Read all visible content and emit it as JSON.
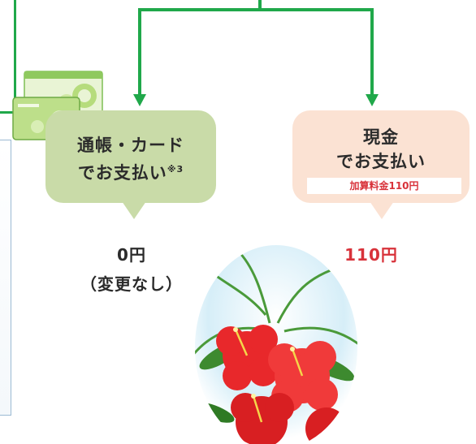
{
  "left_option": {
    "line1": "通帳・カード",
    "line2": "でお支払い",
    "note": "※3",
    "amount": "0円",
    "amount_note": "（変更なし）"
  },
  "right_option": {
    "line1": "現金",
    "line2": "でお支払い",
    "fee_label": "加算料金110円",
    "amount": "110円"
  },
  "colors": {
    "arrow": "#20a84a",
    "left_bubble": "#c9dba8",
    "right_bubble": "#fbe2d3",
    "fee_text": "#d8323a",
    "right_amount": "#d8323a"
  },
  "icons": [
    "bankbook-card-icon",
    "hibiscus-illustration"
  ]
}
